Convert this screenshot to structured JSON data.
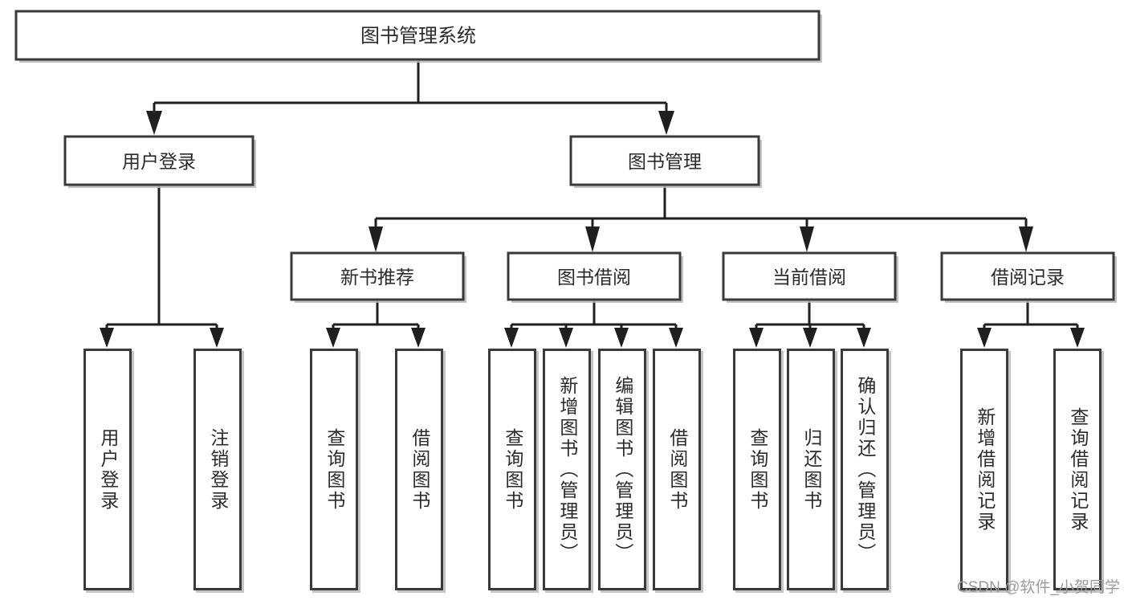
{
  "diagram": {
    "title": "图书管理系统",
    "type": "tree-hierarchy-diagram",
    "watermark": "CSDN @软件_小贺同学",
    "colors": {
      "box_border": "#3a3a3a",
      "box_fill": "#ffffff",
      "connector": "#1f1f1f",
      "shadow": "#b8b8b8",
      "text": "#2b2b2b",
      "watermark": "#9a9a9a",
      "background": "#ffffff"
    },
    "levels": {
      "root": {
        "label": "图书管理系统"
      },
      "level2": [
        {
          "id": "user-login",
          "label": "用户登录"
        },
        {
          "id": "book-management",
          "label": "图书管理"
        }
      ],
      "level3": [
        {
          "id": "new-book-recommend",
          "label": "新书推荐"
        },
        {
          "id": "book-borrow",
          "label": "图书借阅"
        },
        {
          "id": "current-borrow",
          "label": "当前借阅"
        },
        {
          "id": "borrow-record",
          "label": "借阅记录"
        }
      ],
      "leaves": {
        "user_login": [
          {
            "id": "leaf-user-login",
            "label": "用户登录"
          },
          {
            "id": "leaf-logout-login",
            "label": "注销登录"
          }
        ],
        "new_book_recommend": [
          {
            "id": "leaf-query-book-1",
            "label": "查询图书"
          },
          {
            "id": "leaf-borrow-book-1",
            "label": "借阅图书"
          }
        ],
        "book_borrow": [
          {
            "id": "leaf-query-book-2",
            "label": "查询图书"
          },
          {
            "id": "leaf-add-book",
            "label": "新增图书（管理员）"
          },
          {
            "id": "leaf-edit-book",
            "label": "编辑图书（管理员）"
          },
          {
            "id": "leaf-borrow-book-2",
            "label": "借阅图书"
          }
        ],
        "current_borrow": [
          {
            "id": "leaf-query-book-3",
            "label": "查询图书"
          },
          {
            "id": "leaf-return-book",
            "label": "归还图书"
          },
          {
            "id": "leaf-confirm-return",
            "label": "确认归还（管理员）"
          }
        ],
        "borrow_record": [
          {
            "id": "leaf-add-record",
            "label": "新增借阅记录"
          },
          {
            "id": "leaf-query-record",
            "label": "查询借阅记录"
          }
        ]
      }
    }
  }
}
